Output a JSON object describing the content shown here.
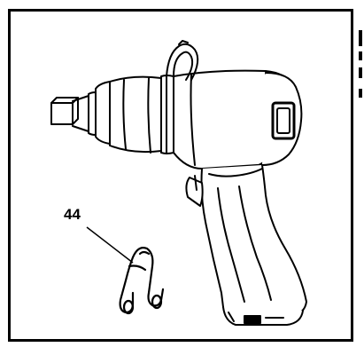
{
  "figure": {
    "callouts": [
      {
        "label": "44",
        "target": "hanger-clip"
      }
    ],
    "components": [
      "impact-wrench",
      "hanger-clip"
    ]
  }
}
